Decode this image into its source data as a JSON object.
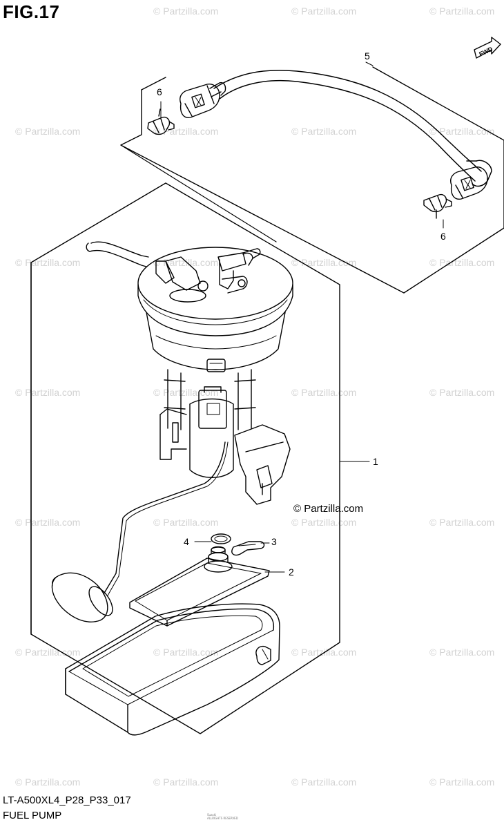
{
  "figure_title": "FIG.17",
  "drawing_code": "LT-A500XL4_P28_P33_017",
  "caption": "FUEL PUMP",
  "fwd_arrow_label": "FWD",
  "brand_mark": "© Partzilla.com",
  "watermark": "© Partzilla.com",
  "fine_print": {
    "line1": "Suzuki",
    "line2": "ALLRIGHTS RESERVED"
  },
  "callouts": [
    {
      "ref": "1",
      "part": "fuel pump assembly"
    },
    {
      "ref": "2",
      "part": "plate"
    },
    {
      "ref": "3",
      "part": "clip"
    },
    {
      "ref": "4",
      "part": "o-ring"
    },
    {
      "ref": "5",
      "part": "fuel hose"
    },
    {
      "ref": "6",
      "part": "clamp"
    },
    {
      "ref": "6",
      "part": "clamp"
    }
  ],
  "colors": {
    "line": "#000000",
    "watermark": "#d2d2d2",
    "background": "#ffffff"
  }
}
